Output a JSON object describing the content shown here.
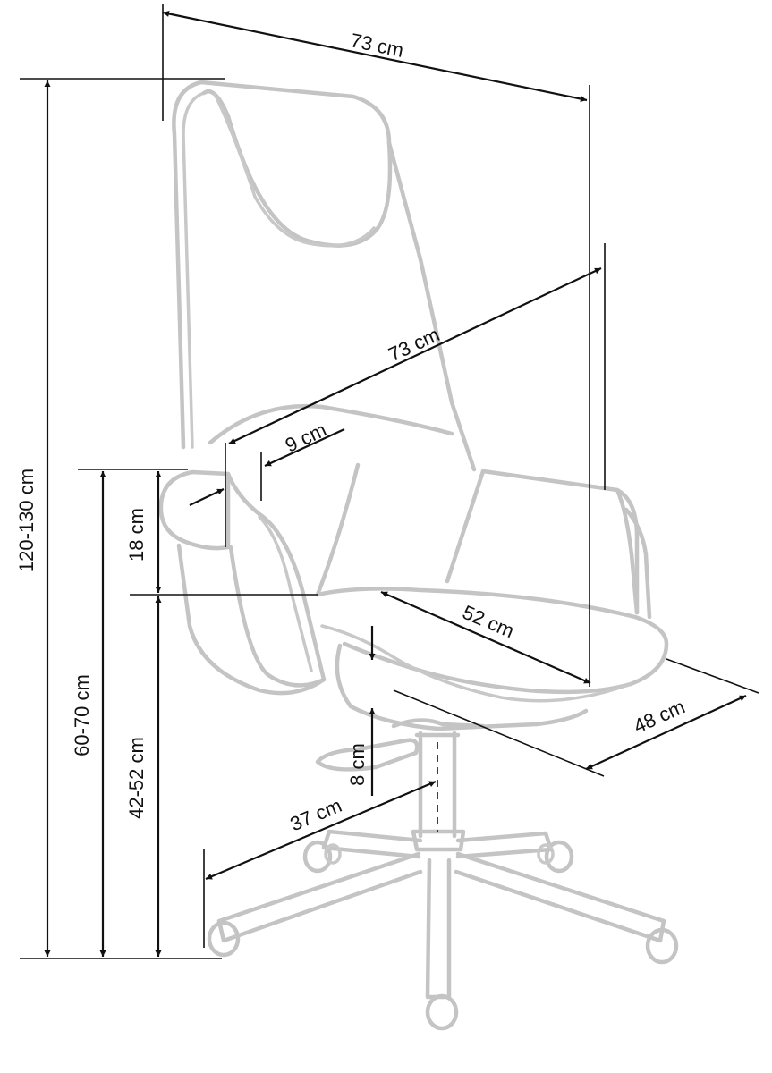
{
  "dimensions": {
    "depth_top": "73 cm",
    "width_diag": "73 cm",
    "armrest_width": "9 cm",
    "armrest_height": "18 cm",
    "seat_depth": "52 cm",
    "seat_width": "48 cm",
    "seat_travel": "8 cm",
    "base_radius": "37 cm",
    "total_height": "120-130 cm",
    "armrest_floor_height": "60-70 cm",
    "seat_height": "42-52 cm"
  }
}
